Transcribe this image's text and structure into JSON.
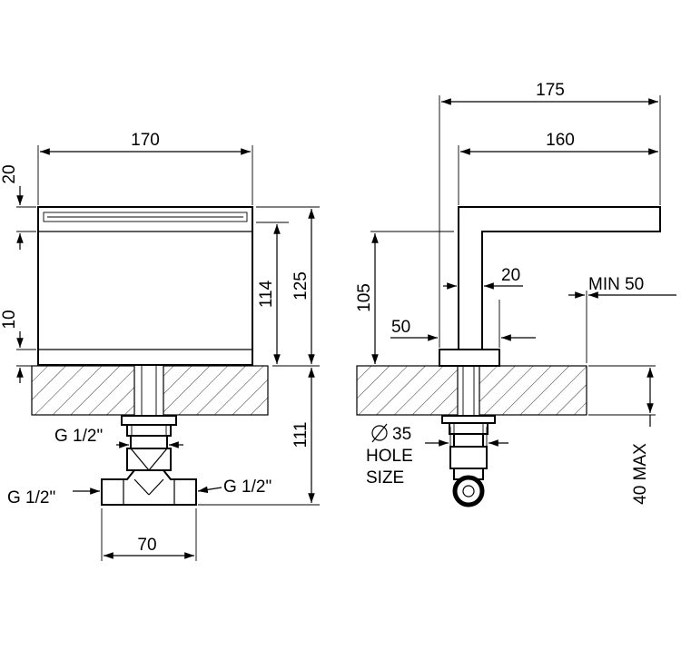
{
  "front_view": {
    "dim_width_top": "170",
    "dim_slot_height": "20",
    "dim_base_height": "10",
    "dim_inner_height": "114",
    "dim_total_height": "125",
    "dim_below_deck": "111",
    "dim_pipe_spacing": "70",
    "thread_upper": "G 1/2\"",
    "thread_left": "G 1/2\"",
    "thread_right": "G 1/2\""
  },
  "side_view": {
    "dim_total_reach": "175",
    "dim_spout_reach": "160",
    "dim_height": "105",
    "dim_spout_thickness": "20",
    "dim_base": "50",
    "dim_min_clearance": "MIN 50",
    "dim_hole": "35",
    "hole_label_line1": "HOLE",
    "hole_label_line2": "SIZE",
    "dim_deck_max": "40 MAX"
  }
}
